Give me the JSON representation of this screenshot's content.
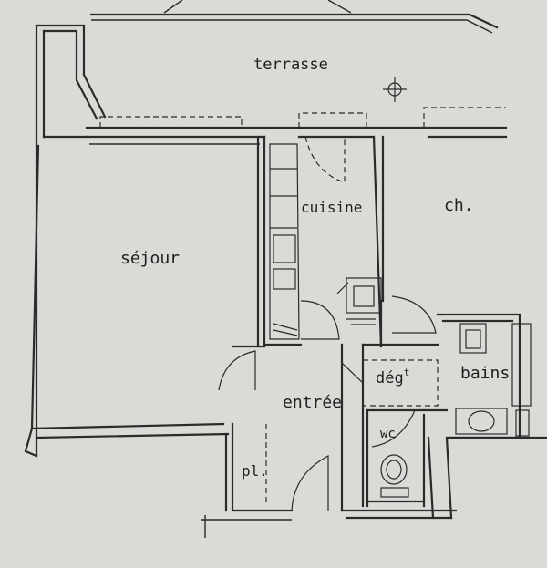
{
  "labels": {
    "terrasse": "terrasse",
    "cuisine": "cuisine",
    "chambre": "ch.",
    "sejour": "séjour",
    "degagement": "dég",
    "degagement_sup": "t",
    "bains": "bains",
    "entree": "entrée",
    "wc": "wc",
    "placard": "pl."
  },
  "icons": {
    "north": "compass-crosshair"
  }
}
